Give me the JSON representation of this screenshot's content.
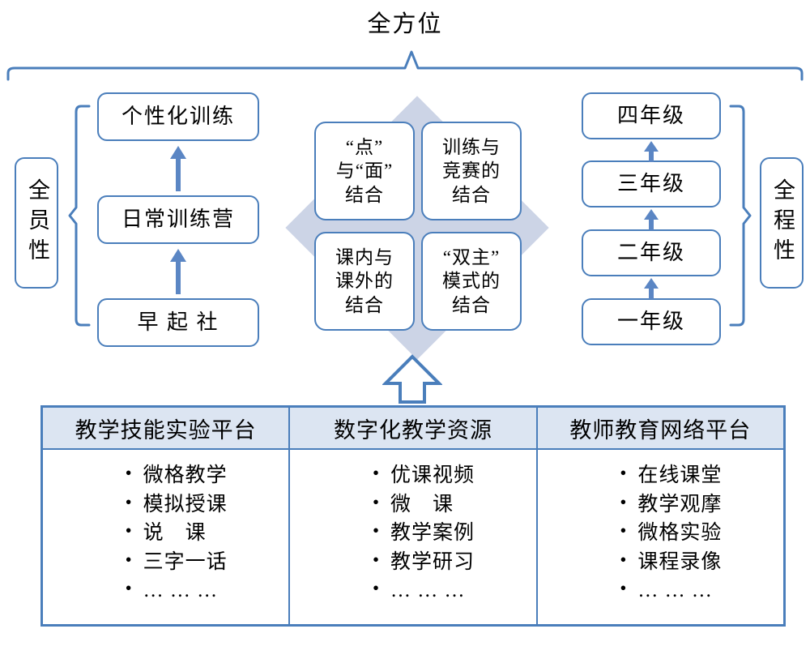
{
  "title": "全方位",
  "left_group": {
    "label": "全员性",
    "boxes": [
      {
        "text": "个性化训练"
      },
      {
        "text": "日常训练营"
      },
      {
        "text": "早 起 社"
      }
    ]
  },
  "right_group": {
    "label": "全程性",
    "boxes": [
      {
        "text": "四年级"
      },
      {
        "text": "三年级"
      },
      {
        "text": "二年级"
      },
      {
        "text": "一年级"
      }
    ]
  },
  "center_grid": {
    "cells": [
      {
        "lines": "“点”\n与“面”\n结合"
      },
      {
        "lines": "训练与\n竞赛的\n结合"
      },
      {
        "lines": "课内与\n课外的\n结合"
      },
      {
        "lines": "“双主”\n模式的\n结合"
      }
    ]
  },
  "table": {
    "columns": [
      {
        "header": "教学技能实验平台",
        "items": [
          "微格教学",
          "模拟授课",
          "说　课",
          "三字一话",
          "… … …"
        ]
      },
      {
        "header": "数字化教学资源",
        "items": [
          "优课视频",
          "微　课",
          "教学案例",
          "教学研习",
          "… … …"
        ]
      },
      {
        "header": "教师教育网络平台",
        "items": [
          "在线课堂",
          "教学观摩",
          "微格实验",
          "课程录像",
          "… … …"
        ]
      }
    ]
  },
  "icons": {
    "up_arrow_big": "up-arrow-icon",
    "diamond": "diamond-shape",
    "top_brace": "top-brace",
    "left_bracket": "left-bracket",
    "right_bracket": "right-bracket"
  },
  "colors": {
    "accent_blue": "#4a7ebb",
    "header_fill": "#dce5f2",
    "diamond_fill": "#ccd4e6",
    "arrow_blue": "#5b86c4"
  }
}
